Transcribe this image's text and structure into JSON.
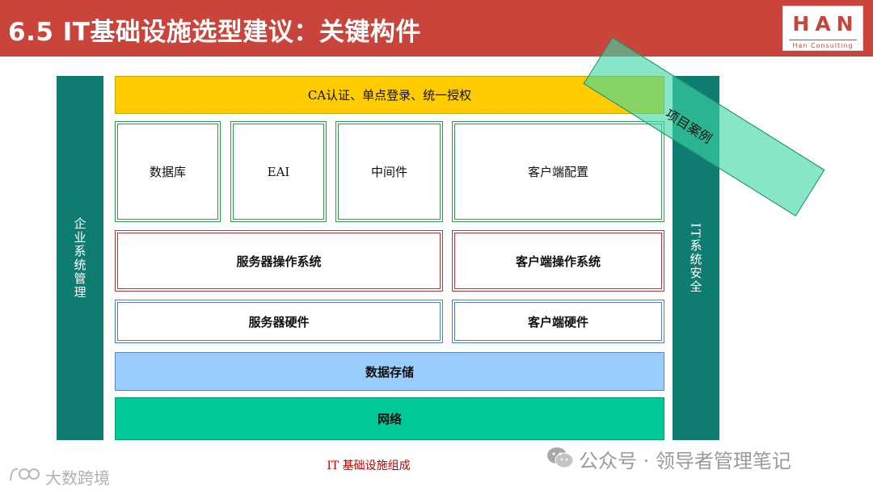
{
  "header": {
    "title": "6.5 IT基础设施选型建议：关键构件",
    "logo": {
      "name": "HAN",
      "subtitle": "Han Consulting"
    }
  },
  "side_panels": {
    "left": "企业系统管理",
    "right": "IT系统安全"
  },
  "diagram": {
    "auth": "CA认证、单点登录、统一授权",
    "components": [
      "数据库",
      "EAI",
      "中间件",
      "客户端配置"
    ],
    "server_os": "服务器操作系统",
    "client_os": "客户端操作系统",
    "server_hw": "服务器硬件",
    "client_hw": "客户端硬件",
    "storage": "数据存储",
    "network": "网络",
    "caption": "IT 基础设施组成"
  },
  "overlay": {
    "label": "项目案例"
  },
  "watermarks": {
    "wechat": "公众号 · 领导者管理笔记",
    "bottom_left": "大数跨境"
  },
  "colors": {
    "header": "#c9443a",
    "side_panel": "#0f7c72",
    "auth": "#ffcc00",
    "component_border": "#2e9b46",
    "os_border": "#b43535",
    "hw_border": "#4a7fd0",
    "storage": "#99ccff",
    "network": "#00c896",
    "caption": "#c00000",
    "overlay": "#3dd7a5"
  }
}
